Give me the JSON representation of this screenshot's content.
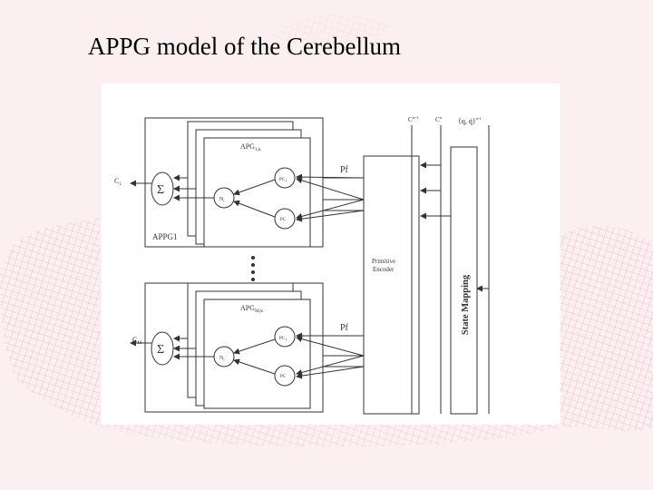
{
  "slide": {
    "title": "APPG model of the Cerebellum"
  },
  "diagram": {
    "top_module": {
      "box_label": "APPG1",
      "subsystem_label": "APG",
      "subsystem_subscript": "1,k",
      "output_label": "C",
      "output_subscript": "1",
      "sum_symbol": "Σ",
      "node_ni": "N",
      "node_ni_subscript": "i",
      "node_pci_top": "PC",
      "node_pci_top_subscript": "1",
      "node_pc_bottom": "PC",
      "parallel_fiber_label": "Pf"
    },
    "bottom_module": {
      "subsystem_label": "APG",
      "subsystem_subscript": "M,k",
      "output_label": "C",
      "output_subscript": "M",
      "sum_symbol": "Σ",
      "node_ni": "N",
      "node_ni_subscript": "i",
      "node_pci_top": "PC",
      "node_pci_top_subscript": "1",
      "node_pc_bottom": "PC",
      "parallel_fiber_label": "Pf"
    },
    "primitive_encoder": {
      "line1": "Primitive",
      "line2": "Encoder"
    },
    "state_mapping": "State Mapping",
    "top_inputs": {
      "c_next": "C",
      "c_next_sup": "n+1",
      "c_now": "C",
      "c_now_sup": "n",
      "state_vector": "{q, q̇}",
      "state_vector_sup": "n-1"
    }
  }
}
